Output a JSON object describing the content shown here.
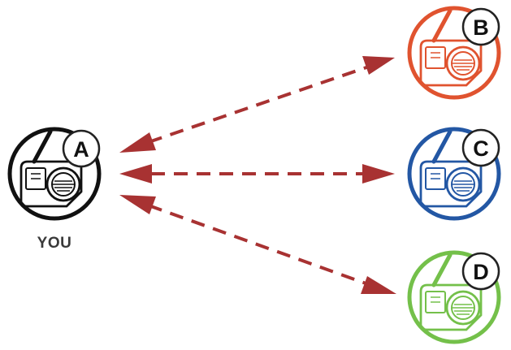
{
  "colors": {
    "arrow": "#a83232",
    "node_a": "#111111",
    "node_b": "#e0532f",
    "node_c": "#2357a4",
    "node_d": "#74c04a",
    "badge_fill": "#ffffff",
    "badge_stroke": "#222222",
    "label": "#3a3a3a"
  },
  "nodes": {
    "a": {
      "letter": "A",
      "label": "YOU"
    },
    "b": {
      "letter": "B"
    },
    "c": {
      "letter": "C"
    },
    "d": {
      "letter": "D"
    }
  },
  "connections": [
    {
      "from": "A",
      "to": "B",
      "bidirectional": true,
      "style": "dashed"
    },
    {
      "from": "A",
      "to": "C",
      "bidirectional": true,
      "style": "dashed"
    },
    {
      "from": "A",
      "to": "D",
      "bidirectional": true,
      "style": "dashed"
    }
  ],
  "icons": {
    "device": "intercom-headset-icon"
  }
}
